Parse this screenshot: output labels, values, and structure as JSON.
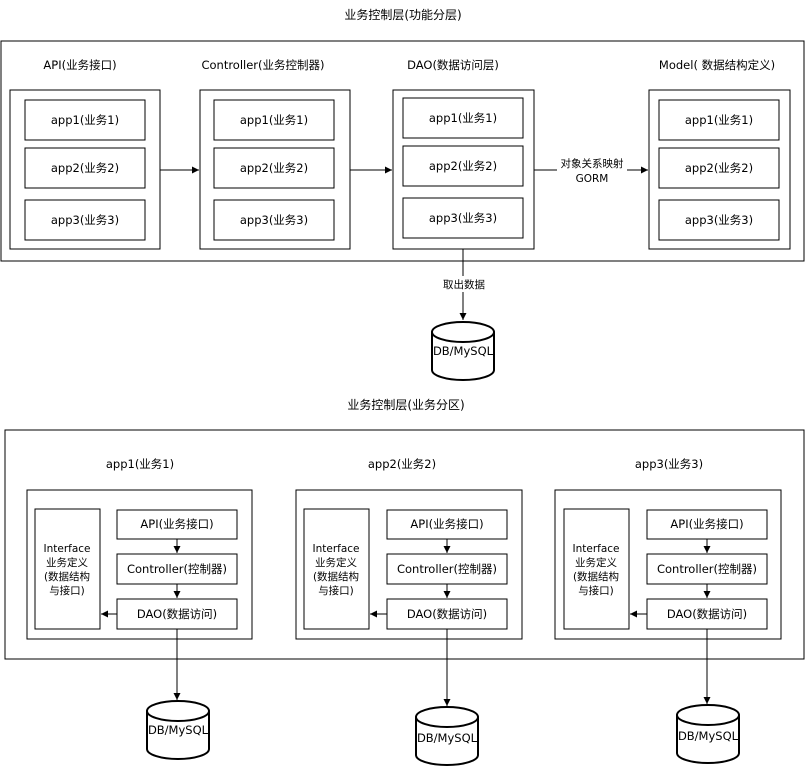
{
  "top": {
    "title": "业务控制层(功能分层)",
    "columns": [
      {
        "label": "API(业务接口)",
        "apps": [
          "app1(业务1)",
          "app2(业务2)",
          "app3(业务3)"
        ]
      },
      {
        "label": "Controller(业务控制器)",
        "apps": [
          "app1(业务1)",
          "app2(业务2)",
          "app3(业务3)"
        ]
      },
      {
        "label": "DAO(数据访问层)",
        "apps": [
          "app1(业务1)",
          "app2(业务2)",
          "app3(业务3)"
        ]
      },
      {
        "label": "Model( 数据结构定义)",
        "apps": [
          "app1(业务1)",
          "app2(业务2)",
          "app3(业务3)"
        ]
      }
    ],
    "orm_line1": "对象关系映射",
    "orm_line2": "GORM",
    "fetch_label": "取出数据",
    "db_label": "DB/MySQL"
  },
  "bottom": {
    "title": "业务控制层(业务分区)",
    "partitions": [
      {
        "title": "app1(业务1)",
        "interface_lines": [
          "Interface",
          "业务定义",
          "(数据结构",
          "与接口)"
        ],
        "api": "API(业务接口)",
        "controller": "Controller(控制器)",
        "dao": "DAO(数据访问)",
        "db": "DB/MySQL"
      },
      {
        "title": "app2(业务2)",
        "interface_lines": [
          "Interface",
          "业务定义",
          "(数据结构",
          "与接口)"
        ],
        "api": "API(业务接口)",
        "controller": "Controller(控制器)",
        "dao": "DAO(数据访问)",
        "db": "DB/MySQL"
      },
      {
        "title": "app3(业务3)",
        "interface_lines": [
          "Interface",
          "业务定义",
          "(数据结构",
          "与接口)"
        ],
        "api": "API(业务接口)",
        "controller": "Controller(控制器)",
        "dao": "DAO(数据访问)",
        "db": "DB/MySQL"
      }
    ]
  }
}
